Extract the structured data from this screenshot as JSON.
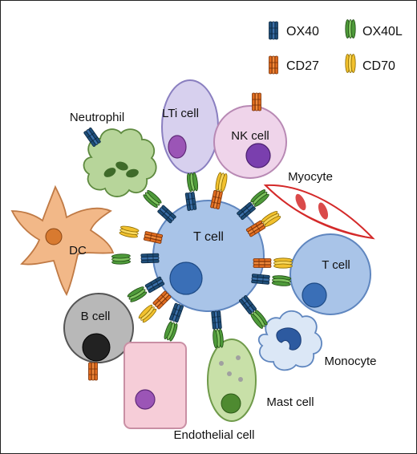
{
  "legend": {
    "items": [
      {
        "name": "OX40",
        "color": "#1f4e79"
      },
      {
        "name": "OX40L",
        "color": "#4e9a3a"
      },
      {
        "name": "CD27",
        "color": "#e06c1f"
      },
      {
        "name": "CD70",
        "color": "#f2c12e"
      }
    ]
  },
  "cells": {
    "center": "T cell",
    "ltiCell": "LTi cell",
    "nkCell": "NK cell",
    "neutrophil": "Neutrophil",
    "dc": "DC",
    "myocyte": "Myocyte",
    "tCellRight": "T cell",
    "bCell": "B cell",
    "endothelial": "Endothelial cell",
    "mastCell": "Mast cell",
    "monocyte": "Monocyte"
  },
  "colors": {
    "tcell_fill": "#a9c4e8",
    "tcell_stroke": "#5f86bf",
    "nucleus_blue": "#3a6fb7",
    "lti_fill": "#d7d0ee",
    "nk_fill": "#efd4ea",
    "purple_nucleus": "#9b55b6",
    "neutrophil_fill": "#b7d59a",
    "dc_fill": "#f2b888",
    "b_fill": "#b8b8b8",
    "endo_fill": "#f6cdd8",
    "mast_fill": "#c8e0a8",
    "mono_fill": "#dbe7f6",
    "myocyte_red": "#d42a2a"
  }
}
